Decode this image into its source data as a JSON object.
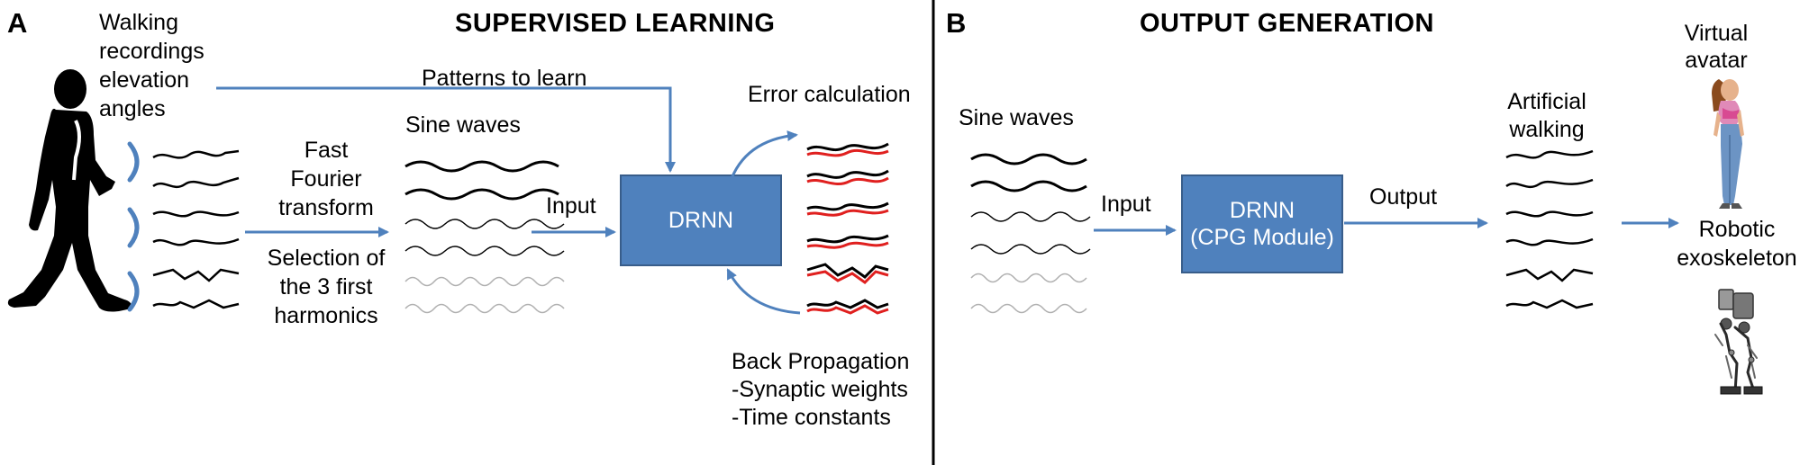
{
  "panel_a": {
    "letter": "A",
    "title": "SUPERVISED LEARNING",
    "recordings_label": [
      "Walking",
      "recordings",
      "elevation",
      "angles"
    ],
    "fft_label": [
      "Fast",
      "Fourier",
      "transform"
    ],
    "selection_label": [
      "Selection of",
      "the 3 first",
      "harmonics"
    ],
    "sine_waves_label": "Sine waves",
    "patterns_label": "Patterns to learn",
    "input_label": "Input",
    "drnn_label": "DRNN",
    "error_label": "Error calculation",
    "backprop_label": [
      "Back Propagation",
      "-Synaptic weights",
      "-Time constants"
    ]
  },
  "panel_b": {
    "letter": "B",
    "title": "OUTPUT GENERATION",
    "sine_waves_label": "Sine waves",
    "input_label": "Input",
    "drnn_label": [
      "DRNN",
      "(CPG Module)"
    ],
    "output_label": "Output",
    "artificial_label": [
      "Artificial",
      "walking"
    ],
    "avatar_label": [
      "Virtual",
      "avatar"
    ],
    "robot_label": [
      "Robotic",
      "exoskeleton"
    ]
  },
  "colors": {
    "arrow": "#4f81bd",
    "box_fill": "#4f81bd",
    "error_trace": "#e0201f",
    "ink": "#000000"
  },
  "icons": [
    "walking-person-silhouette",
    "avatar-figure",
    "exoskeleton-robot"
  ]
}
